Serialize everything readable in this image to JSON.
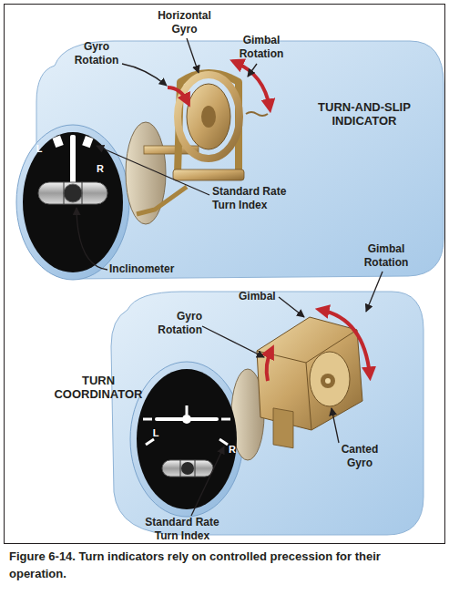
{
  "diagram": {
    "caption": "Figure 6-14. Turn indicators rely on controlled precession for their operation.",
    "labels": [
      "Horizontal Gyro",
      "Gyro Rotation",
      "Gimbal Rotation",
      "TURN-AND-SLIP INDICATOR",
      "L",
      "R",
      "Standard Rate Turn Index",
      "Inclinometer",
      "Gimbal Rotation",
      "Gimbal",
      "Gyro Rotation",
      "TURN COORDINATOR",
      "Canted Gyro",
      "L",
      "R",
      "Standard Rate Turn Index"
    ]
  }
}
